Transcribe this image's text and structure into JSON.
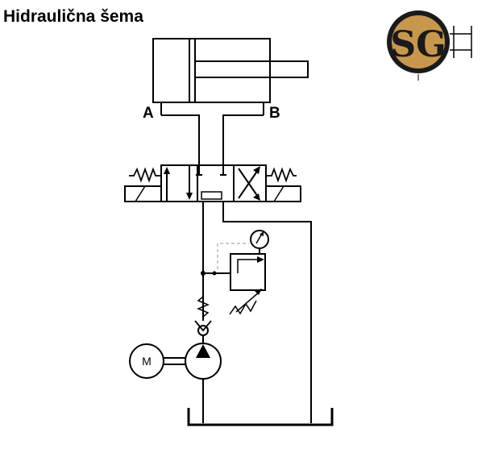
{
  "title": "Hidraulična šema",
  "labels": {
    "port_a": "A",
    "port_b": "B",
    "motor": "M"
  },
  "logo": {
    "text": "SG",
    "ring_color": "#1a1a1a",
    "fill_color": "#c8974e"
  },
  "colors": {
    "line": "#000000",
    "dashed": "#aaaaaa",
    "background": "#ffffff"
  }
}
